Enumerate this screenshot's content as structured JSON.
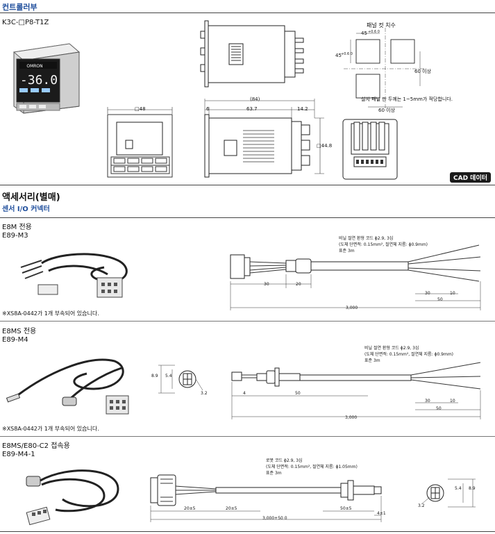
{
  "controller_section": {
    "title": "컨트롤러부",
    "model": "K3C-□P8-T1Z",
    "display_value": "-36.0",
    "brand": "OMRON",
    "panel_cut_title": "패널 컷 치수",
    "panel_cut_dims": {
      "w": "45",
      "w_tol": "+0.6 0",
      "h": "45",
      "h_tol": "+0.6 0",
      "gap_v": "60 이상",
      "gap_h": "60 이상"
    },
    "panel_note": "설치 패널 판 두께는 1~5mm가 적당합니다.",
    "front_dim": "□48",
    "side_dims": {
      "total": "(84)",
      "d1": "6",
      "d2": "63.7",
      "d3": "14.2",
      "height": "□44.8"
    },
    "cad_badge": "CAD 데이터"
  },
  "accessory_section": {
    "title": "액세서리(별매)",
    "subtitle": "센서 I/O 커넥터",
    "items": [
      {
        "usage": "E8M 전용",
        "model": "E89-M3",
        "footnote": "※XS8A-0442가 1개 부속되어 있습니다.",
        "cable_note": [
          "비닐 절연 환형 코드 ϕ2.9, 3심",
          "(도체 단면적: 0.15mm², 절연체 지름: ϕ0.9mm)",
          "표준 3m"
        ],
        "dims": {
          "a": "30",
          "b": "20",
          "c": "30",
          "d": "10",
          "e": "50",
          "total": "3,000"
        }
      },
      {
        "usage": "E8MS 전용",
        "model": "E89-M4",
        "footnote": "※XS8A-0442가 1개 부속되어 있습니다.",
        "cable_note": [
          "비닐 절연 환형 코드 ϕ2.9, 3심",
          "(도체 단면적: 0.15mm², 절연체 지름: ϕ0.9mm)",
          "표준 3m"
        ],
        "dims": {
          "end_h": "8.9",
          "end_w": "5.4",
          "end_s": "3.2",
          "a": "4",
          "b": "50",
          "c": "30",
          "d": "10",
          "e": "50",
          "total": "3,000"
        }
      },
      {
        "usage": "E8MS/E80-C2 접속용",
        "model": "E89-M4-1",
        "cable_note": [
          "로봇 코드 ϕ2.9, 3심",
          "(도체 단면적: 0.15mm², 절연체 지름: ϕ1.05mm)",
          "표준 3m"
        ],
        "dims": {
          "a": "20±5",
          "b": "20±5",
          "c": "50±5",
          "d": "4±1",
          "total": "3,000+50 0",
          "end_w": "5.4",
          "end_h": "8.9",
          "end_s": "3.2"
        }
      }
    ]
  }
}
